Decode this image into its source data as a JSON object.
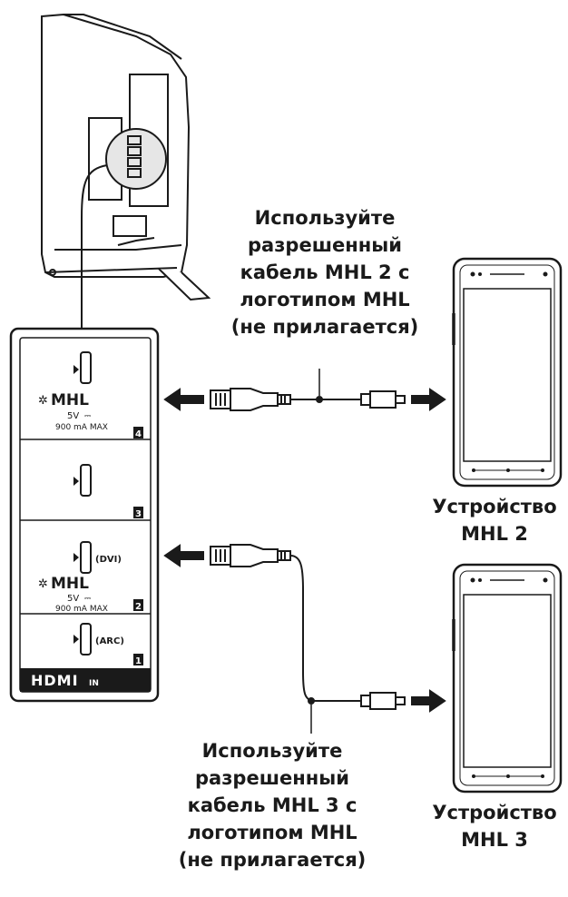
{
  "cable_mhl2": {
    "line1": "Используйте",
    "line2": "разрешенный",
    "line3": "кабель MHL 2 с",
    "line4": "логотипом MHL",
    "line5": "(не прилагается)"
  },
  "cable_mhl3": {
    "line1": "Используйте",
    "line2": "разрешенный",
    "line3": "кабель MHL 3 с",
    "line4": "логотипом MHL",
    "line5": "(не прилагается)"
  },
  "device_mhl2": {
    "line1": "Устройство",
    "line2": "MHL 2"
  },
  "device_mhl3": {
    "line1": "Устройство",
    "line2": "MHL 3"
  },
  "panel": {
    "port4": {
      "logo": "MHL",
      "voltage": "5V",
      "current": "900 mA MAX",
      "number": "4"
    },
    "port3": {
      "number": "3"
    },
    "port2": {
      "tag": "(DVI)",
      "logo": "MHL",
      "voltage": "5V",
      "current": "900 mA MAX",
      "number": "2"
    },
    "port1": {
      "tag": "(ARC)",
      "number": "1"
    },
    "hdmi_logo": "HDMI",
    "hdmi_in": "IN"
  },
  "colors": {
    "line": "#1a1a1a",
    "fill": "#ffffff",
    "shade": "#f2f2f2"
  }
}
